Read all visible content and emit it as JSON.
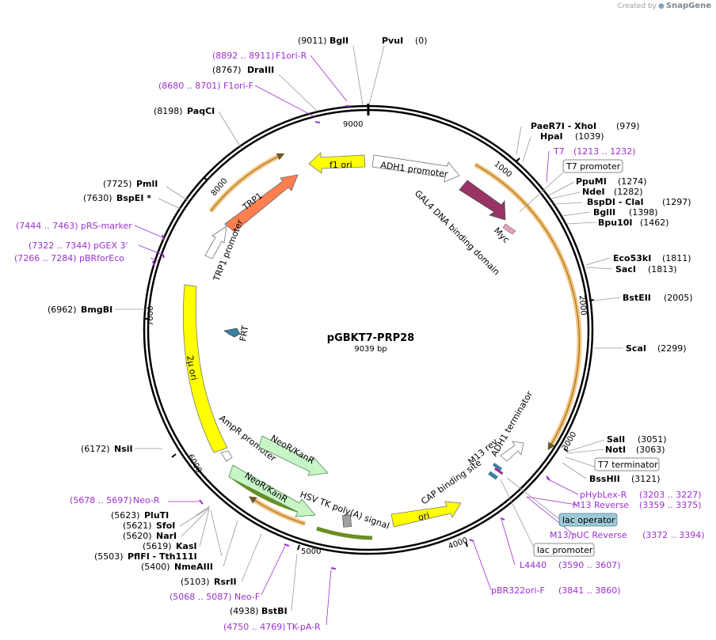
{
  "credit": {
    "created_by": "Created by",
    "brand": "SnapGene"
  },
  "plasmid": {
    "name": "pGBKT7-PRP28",
    "size_label": "9039 bp",
    "length": 9039
  },
  "ticks": [
    "1000",
    "2000",
    "3000",
    "4000",
    "5000",
    "6000",
    "7000",
    "8000",
    "9000"
  ],
  "features": [
    {
      "name": "f1 ori",
      "color": "#ffff00"
    },
    {
      "name": "ADH1 promoter",
      "color": "#ffffff"
    },
    {
      "name": "GAL4 DNA binding domain",
      "color": "#993366"
    },
    {
      "name": "Myc",
      "color": "#e8a0c0"
    },
    {
      "name": "TRP1",
      "color": "#ff7f50"
    },
    {
      "name": "TRP1 promoter",
      "color": "#ffffff"
    },
    {
      "name": "2μ ori",
      "color": "#ffff00"
    },
    {
      "name": "FRT",
      "color": "#3a7fa0"
    },
    {
      "name": "AmpR promoter",
      "color": "#ffffff"
    },
    {
      "name": "NeoR/KanR",
      "color": "#c8f5c8"
    },
    {
      "name": "NeoR/KanR",
      "color": "#c8f5c8"
    },
    {
      "name": "HSV TK poly(A) signal",
      "color": "#a0a0a0"
    },
    {
      "name": "ori",
      "color": "#ffff00"
    },
    {
      "name": "CAP binding site",
      "color": "#4080a0"
    },
    {
      "name": "M13 rev",
      "color": "#4080a0"
    },
    {
      "name": "ADH1 terminator",
      "color": "#ffffff"
    }
  ],
  "enzymes": [
    {
      "name": "BglI",
      "pos": "(9011)"
    },
    {
      "name": "PvuI",
      "pos": "(0)"
    },
    {
      "name": "DraIII",
      "pos": "(8767)"
    },
    {
      "name": "PaqCI",
      "pos": "(8198)"
    },
    {
      "name": "PmlI",
      "pos": "(7725)"
    },
    {
      "name": "BspEI *",
      "pos": "(7630)"
    },
    {
      "name": "BmgBI",
      "pos": "(6962)"
    },
    {
      "name": "NsiI",
      "pos": "(6172)"
    },
    {
      "name": "PluTI",
      "pos": "(5623)"
    },
    {
      "name": "SfoI",
      "pos": "(5621)"
    },
    {
      "name": "NarI",
      "pos": "(5620)"
    },
    {
      "name": "KasI",
      "pos": "(5619)"
    },
    {
      "name": "PflFI  - Tth111I",
      "pos": "(5503)"
    },
    {
      "name": "NmeAIII",
      "pos": "(5400)"
    },
    {
      "name": "RsrII",
      "pos": "(5103)"
    },
    {
      "name": "BstBI",
      "pos": "(4938)"
    },
    {
      "name": "PaeR7I  - XhoI",
      "pos": "(979)"
    },
    {
      "name": "HpaI",
      "pos": "(1039)"
    },
    {
      "name": "PpuMI",
      "pos": "(1274)"
    },
    {
      "name": "NdeI",
      "pos": "(1282)"
    },
    {
      "name": "BspDI  - ClaI",
      "pos": "(1297)"
    },
    {
      "name": "BglII",
      "pos": "(1398)"
    },
    {
      "name": "Bpu10I",
      "pos": "(1462)"
    },
    {
      "name": "Eco53kI",
      "pos": "(1811)"
    },
    {
      "name": "SacI",
      "pos": "(1813)"
    },
    {
      "name": "BstEII",
      "pos": "(2005)"
    },
    {
      "name": "ScaI",
      "pos": "(2299)"
    },
    {
      "name": "SalI",
      "pos": "(3051)"
    },
    {
      "name": "NotI",
      "pos": "(3063)"
    },
    {
      "name": "BssHII",
      "pos": "(3121)"
    }
  ],
  "primers": [
    {
      "range": "(8892 .. 8911)",
      "name": "F1ori-R"
    },
    {
      "range": "(8680 .. 8701)",
      "name": "F1ori-F"
    },
    {
      "range": "(7444 .. 7463)",
      "name": "pRS-marker"
    },
    {
      "range": "(7322 .. 7344)",
      "name": "pGEX 3'"
    },
    {
      "range": "(7266 .. 7284)",
      "name": "pBRforEco"
    },
    {
      "range": "(5678 .. 5697)",
      "name": "Neo-R"
    },
    {
      "range": "(5068 .. 5087)",
      "name": "Neo-F"
    },
    {
      "range": "(4750 .. 4769)",
      "name": "TK-pA-R"
    },
    {
      "range": "(1213 .. 1232)",
      "name": "T7"
    },
    {
      "range": "(3203 .. 3227)",
      "name": "pHybLex-R"
    },
    {
      "range": "(3359 .. 3375)",
      "name": "M13 Reverse"
    },
    {
      "range": "(3372 .. 3394)",
      "name": "M13/pUC Reverse"
    },
    {
      "range": "(3590 .. 3607)",
      "name": "L4440"
    },
    {
      "range": "(3841 .. 3860)",
      "name": "pBR322ori-F"
    }
  ],
  "boxed_labels": {
    "t7_promoter": "T7 promoter",
    "t7_terminator": "T7 terminator",
    "lac_operator": "lac operator",
    "lac_promoter": "lac promoter"
  },
  "colors": {
    "enzyme_text": "#000000",
    "primer_text": "#9b30d0",
    "lac_operator_fill": "#9ec9d6",
    "orange_orf": "#f5c37a",
    "olive_orf": "#6b8e23"
  }
}
